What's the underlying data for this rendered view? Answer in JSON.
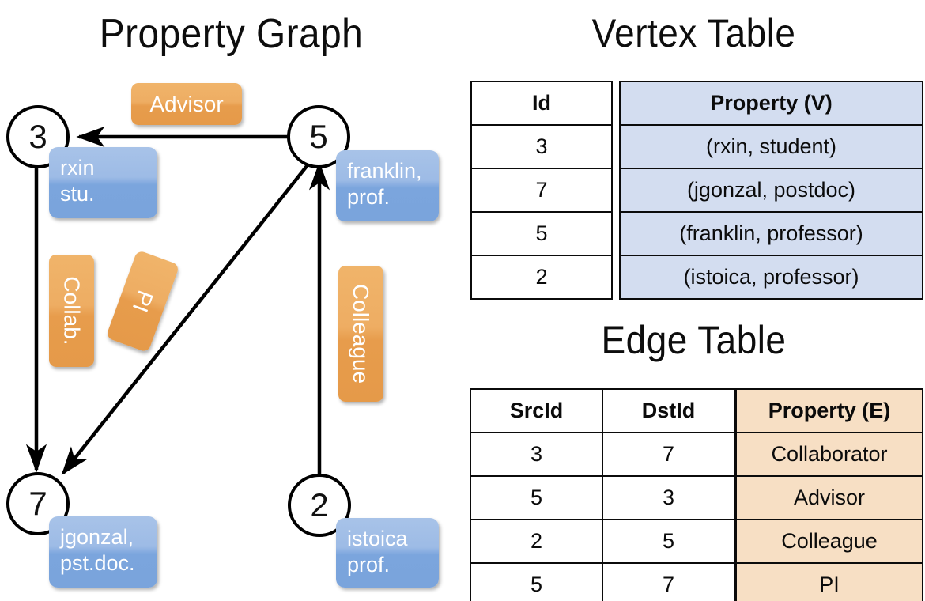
{
  "titles": {
    "property_graph": "Property Graph",
    "vertex_table": "Vertex Table",
    "edge_table": "Edge Table"
  },
  "graph": {
    "nodes": [
      {
        "id": "3",
        "property": "rxin\nstu."
      },
      {
        "id": "5",
        "property": "franklin,\nprof."
      },
      {
        "id": "7",
        "property": "jgonzal,\npst.doc."
      },
      {
        "id": "2",
        "property": "istoica\nprof."
      }
    ],
    "node_ids": {
      "n3": "3",
      "n5": "5",
      "n7": "7",
      "n2": "2"
    },
    "vertex_labels": {
      "v3_line1": "rxin",
      "v3_line2": "stu.",
      "v5_line1": "franklin,",
      "v5_line2": "prof.",
      "v7_line1": "jgonzal,",
      "v7_line2": "pst.doc.",
      "v2_line1": "istoica",
      "v2_line2": "prof."
    },
    "edge_labels": {
      "advisor": "Advisor",
      "collab": "Collab.",
      "pi": "PI",
      "colleague": "Colleague"
    },
    "edges": [
      {
        "src": "5",
        "dst": "3",
        "label": "Advisor"
      },
      {
        "src": "3",
        "dst": "7",
        "label": "Collab."
      },
      {
        "src": "5",
        "dst": "7",
        "label": "PI"
      },
      {
        "src": "2",
        "dst": "5",
        "label": "Colleague"
      }
    ]
  },
  "vertex_table": {
    "headers": {
      "id": "Id",
      "property": "Property (V)"
    },
    "rows": [
      {
        "id": "3",
        "property": "(rxin, student)"
      },
      {
        "id": "7",
        "property": "(jgonzal, postdoc)"
      },
      {
        "id": "5",
        "property": "(franklin, professor)"
      },
      {
        "id": "2",
        "property": "(istoica, professor)"
      }
    ]
  },
  "edge_table": {
    "headers": {
      "src": "SrcId",
      "dst": "DstId",
      "property": "Property (E)"
    },
    "rows": [
      {
        "src": "3",
        "dst": "7",
        "property": "Collaborator"
      },
      {
        "src": "5",
        "dst": "3",
        "property": "Advisor"
      },
      {
        "src": "2",
        "dst": "5",
        "property": "Colleague"
      },
      {
        "src": "5",
        "dst": "7",
        "property": "PI"
      }
    ]
  },
  "colors": {
    "vertex_fill": "#d3ddf0",
    "edge_fill": "#f7dfc4",
    "vertex_badge": "#7aa4dc",
    "edge_badge": "#e9a456",
    "border": "#0b0b0b"
  }
}
